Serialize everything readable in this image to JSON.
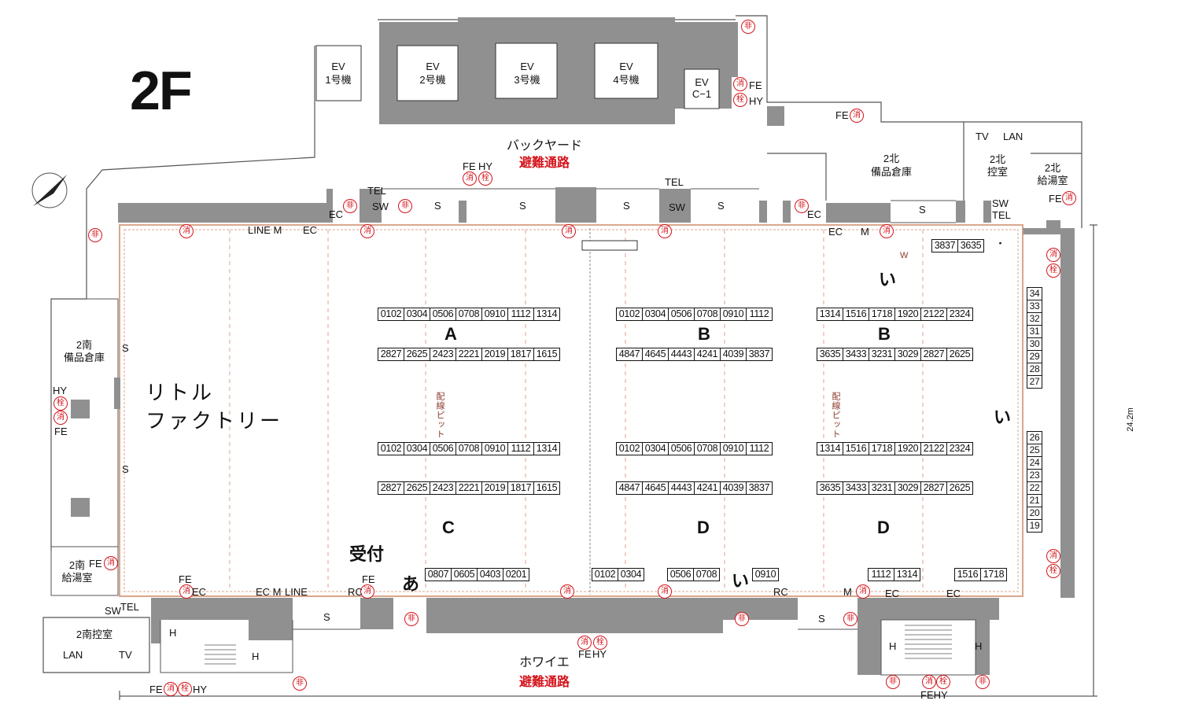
{
  "floor": "2F",
  "backyard": {
    "label": "バックヤード",
    "route": "避難通路"
  },
  "foyer": {
    "label": "ホワイエ",
    "route": "避難通路"
  },
  "evs": [
    {
      "name": "EV",
      "sub": "1号機"
    },
    {
      "name": "EV",
      "sub": "2号機"
    },
    {
      "name": "EV",
      "sub": "3号機"
    },
    {
      "name": "EV",
      "sub": "4号機"
    },
    {
      "name": "EV",
      "sub": "C−1"
    }
  ],
  "rooms": {
    "north_storage": {
      "line1": "2北",
      "line2": "備品倉庫"
    },
    "north_control": {
      "line1": "2北",
      "line2": "控室"
    },
    "north_kitchen": {
      "line1": "2北",
      "line2": "給湯室"
    },
    "south_storage": {
      "line1": "2南",
      "line2": "備品倉庫"
    },
    "south_kitchen": {
      "line1": "2南",
      "line2": "給湯室"
    },
    "south_control": "2南控室"
  },
  "hall": {
    "title_line1": "リトル",
    "title_line2": "ファクトリー",
    "reception": "受付",
    "zones": [
      "A",
      "B",
      "B",
      "C",
      "D",
      "D",
      "い",
      "い",
      "い",
      "あ"
    ],
    "pit": "配線ピット",
    "dimension": "24.2m"
  },
  "booth_rows": [
    [
      "01",
      "02",
      "03",
      "04",
      "05",
      "06",
      "07",
      "08",
      "09",
      "10",
      "11",
      "12",
      "13",
      "14"
    ],
    [
      "28",
      "27",
      "26",
      "25",
      "24",
      "23",
      "22",
      "21",
      "20",
      "19",
      "18",
      "17",
      "16",
      "15"
    ],
    [
      "01",
      "02",
      "03",
      "04",
      "05",
      "06",
      "07",
      "08",
      "09",
      "10",
      "11",
      "12"
    ],
    [
      "48",
      "47",
      "46",
      "45",
      "44",
      "43",
      "42",
      "41",
      "40",
      "39",
      "38",
      "37"
    ],
    [
      "13",
      "14",
      "15",
      "16",
      "17",
      "18",
      "19",
      "20",
      "21",
      "22",
      "23",
      "24"
    ],
    [
      "36",
      "35",
      "34",
      "33",
      "32",
      "31",
      "30",
      "29",
      "28",
      "27",
      "26",
      "25"
    ],
    [
      "01",
      "02",
      "03",
      "04",
      "05",
      "06",
      "07",
      "08",
      "09",
      "10",
      "11",
      "12",
      "13",
      "14"
    ],
    [
      "28",
      "27",
      "26",
      "25",
      "24",
      "23",
      "22",
      "21",
      "20",
      "19",
      "18",
      "17",
      "16",
      "15"
    ],
    [
      "01",
      "02",
      "03",
      "04",
      "05",
      "06",
      "07",
      "08",
      "09",
      "10",
      "11",
      "12"
    ],
    [
      "48",
      "47",
      "46",
      "45",
      "44",
      "43",
      "42",
      "41",
      "40",
      "39",
      "38",
      "37"
    ],
    [
      "13",
      "14",
      "15",
      "16",
      "17",
      "18",
      "19",
      "20",
      "21",
      "22",
      "23",
      "24"
    ],
    [
      "36",
      "35",
      "34",
      "33",
      "32",
      "31",
      "30",
      "29",
      "28",
      "27",
      "26",
      "25"
    ]
  ],
  "aki_row": [
    "08",
    "07",
    "06",
    "05",
    "04",
    "03",
    "02",
    "01"
  ],
  "i_bottom": [
    [
      "01",
      "02",
      "03",
      "04"
    ],
    [
      "05",
      "06",
      "07",
      "08"
    ],
    [
      "09",
      "10"
    ],
    [
      "11",
      "12",
      "13",
      "14"
    ],
    [
      "15",
      "16",
      "17",
      "18"
    ]
  ],
  "i_top": [
    "38",
    "37",
    "36",
    "35"
  ],
  "i_col1": [
    "34",
    "33",
    "32",
    "31",
    "30",
    "29",
    "28",
    "27"
  ],
  "i_col2": [
    "26",
    "25",
    "24",
    "23",
    "22",
    "21",
    "20",
    "19"
  ],
  "marks": {
    "hi": "非",
    "sho": "消",
    "sen": "栓",
    "fe": "FE",
    "hy": "HY",
    "fehy": "FEHY",
    "ec": "EC",
    "m": "M",
    "line": "LINE",
    "linem": "LINE M",
    "ecm": "EC M",
    "rc": "RC",
    "s": "S",
    "sw": "SW",
    "tel": "TEL",
    "tv": "TV",
    "lan": "LAN",
    "h": "H",
    "w": "W",
    "dot": "・"
  },
  "colors": {
    "wall": "#909090",
    "column": "#d9a68c",
    "red": "#d4141b"
  }
}
